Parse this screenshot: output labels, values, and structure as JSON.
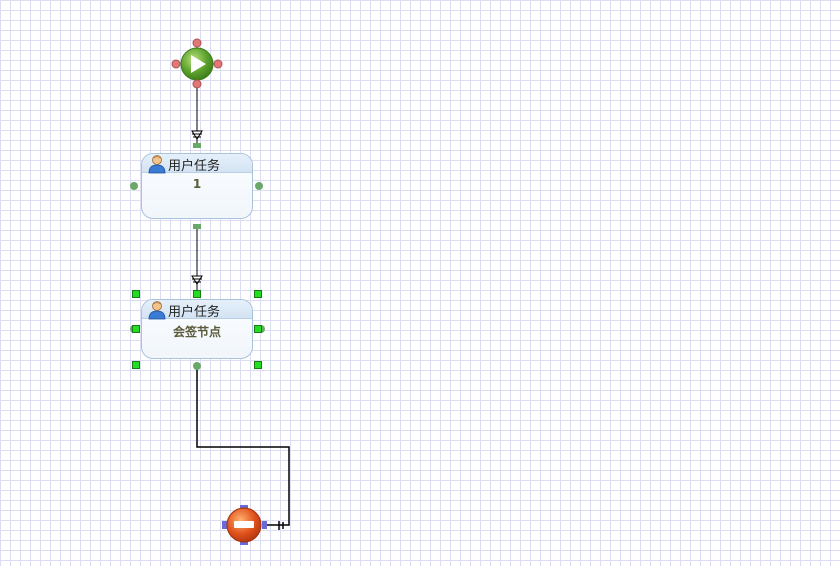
{
  "nodes": {
    "start": {
      "icon": "play-icon",
      "color": "#5aa02c"
    },
    "task1": {
      "type_label": "用户任务",
      "name": "1",
      "icon": "user-icon"
    },
    "task2": {
      "type_label": "用户任务",
      "name": "会签节点",
      "icon": "user-icon",
      "selected": true
    },
    "end": {
      "icon": "stop-icon",
      "color": "#d8491a"
    }
  },
  "edges": [
    {
      "from": "start",
      "to": "task1"
    },
    {
      "from": "task1",
      "to": "task2"
    },
    {
      "from": "task2",
      "to": "end"
    }
  ],
  "colors": {
    "grid": "#dcdcf2",
    "selection_handle": "#22dd22",
    "connection_point": "#6aa86a",
    "task_border": "#a9c3da"
  }
}
